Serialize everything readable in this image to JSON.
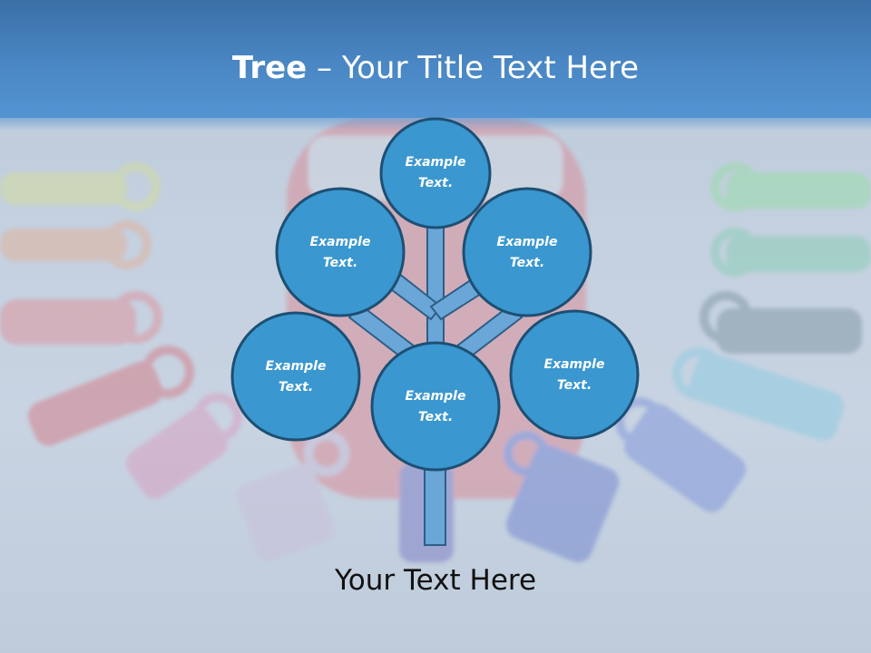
{
  "title": {
    "bold": "Tree",
    "rest": " – Your Title Text Here"
  },
  "nodes": [
    {
      "line1": "Example",
      "line2": "Text."
    },
    {
      "line1": "Example",
      "line2": "Text."
    },
    {
      "line1": "Example",
      "line2": "Text."
    },
    {
      "line1": "Example",
      "line2": "Text."
    },
    {
      "line1": "Example",
      "line2": "Text."
    },
    {
      "line1": "Example",
      "line2": "Text."
    }
  ],
  "footer": "Your Text Here",
  "colors": {
    "title_bar": "#4a87c4",
    "node_fill": "#3a97cf",
    "node_stroke": "#1d4f73",
    "trunk_fill": "#6aa6d8"
  }
}
